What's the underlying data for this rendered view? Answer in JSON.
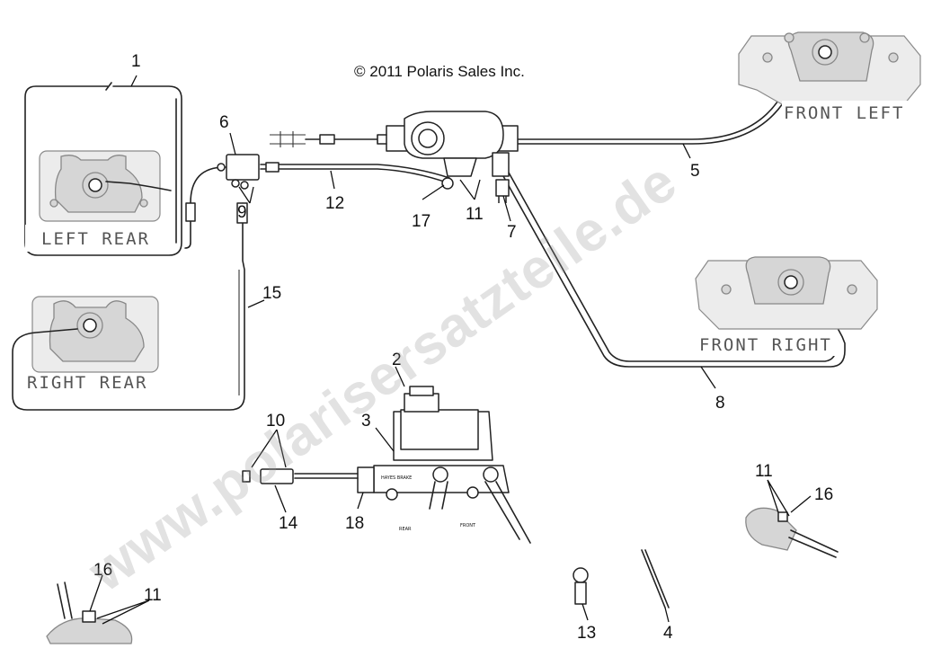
{
  "copyright": "© 2011 Polaris Sales Inc.",
  "watermark": "www.polarisersatzteile.de",
  "wheel_labels": {
    "left_rear": "LEFT REAR",
    "right_rear": "RIGHT REAR",
    "front_left": "FRONT LEFT",
    "front_right": "FRONT RIGHT"
  },
  "part_callouts": {
    "p1": "1",
    "p2": "2",
    "p3": "3",
    "p4": "4",
    "p5": "5",
    "p6": "6",
    "p7": "7",
    "p8": "8",
    "p9": "9",
    "p10": "10",
    "p11a": "11",
    "p11b": "11",
    "p11c": "11",
    "p12": "12",
    "p13": "13",
    "p14": "14",
    "p15": "15",
    "p16a": "16",
    "p16b": "16",
    "p17": "17",
    "p18": "18"
  },
  "cylinder_stamp": "HAYES BRAKE",
  "port_stamps": {
    "rear": "REAR",
    "front": "FRONT"
  }
}
